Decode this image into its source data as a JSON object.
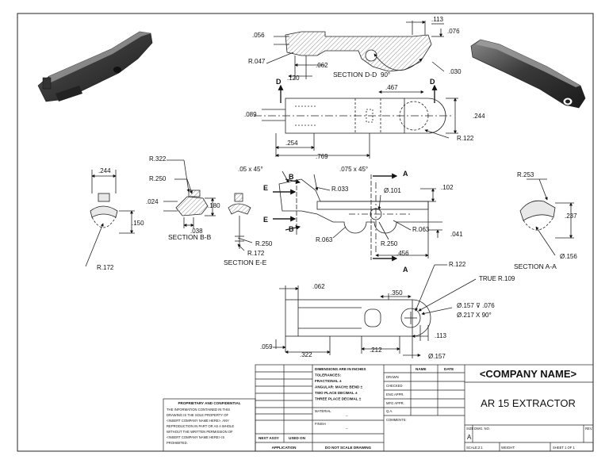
{
  "views": {
    "section_dd": {
      "label": "SECTION D-D",
      "dims": [
        ".056",
        ".113",
        ".076",
        "R.047",
        ".120",
        ".062",
        "90°",
        ".030"
      ]
    },
    "top_view": {
      "dims": [
        ".467",
        "D",
        "D",
        ".089",
        ".244",
        ".254",
        ".769",
        "R.122"
      ]
    },
    "section_bb": {
      "label": "SECTION B-B",
      "dims": [
        ".244",
        "R.322",
        "R.250",
        ".024",
        ".180",
        ".150",
        ".038",
        "R.172"
      ]
    },
    "section_ee": {
      "label": "SECTION E-E",
      "dims": [
        "R.250",
        "R.172"
      ]
    },
    "front_view": {
      "dims": [
        ".05 x 45°",
        ".075 x 45°",
        "A",
        "A",
        "E",
        "E",
        "B",
        "B",
        "R.033",
        "Ø.101",
        ".102",
        "R.063",
        ".041",
        "R.063",
        "R.250",
        ".456"
      ]
    },
    "section_aa": {
      "label": "SECTION A-A",
      "dims": [
        "R.253",
        ".237",
        "Ø.156"
      ]
    },
    "bottom_view": {
      "dims": [
        ".062",
        ".350",
        "R.122",
        "TRUE R.109",
        "Ø.157 ⊽ .076",
        "Ø.217 X 90°",
        ".113",
        ".059",
        ".322",
        ".212",
        "Ø.157"
      ]
    }
  },
  "title_block": {
    "tolerances": [
      "DIMENSIONS ARE IN INCHES",
      "TOLERANCES:",
      "FRACTIONAL ±",
      "ANGULAR: MACH±   BEND ±",
      "TWO PLACE DECIMAL   ±",
      "THREE PLACE DECIMAL  ±"
    ],
    "col_name": "NAME",
    "col_date": "DATE",
    "roles": [
      "DRAWN",
      "CHECKED",
      "ENG APPR.",
      "MFG APPR.",
      "Q.A.",
      "COMMENTS:"
    ],
    "company": "<COMPANY NAME>",
    "title": "AR 15 EXTRACTOR",
    "material_label": "MATERIAL",
    "material_value": "--",
    "finish_label": "FINISH",
    "finish_value": "--",
    "next_assy": "NEXT ASSY",
    "used_on": "USED ON",
    "application": "APPLICATION",
    "do_not_scale": "DO NOT SCALE DRAWING",
    "size_label": "SIZE",
    "size_value": "A",
    "dwg_no_label": "DWG. NO.",
    "rev_label": "REV.",
    "scale": "SCALE:2:1",
    "weight": "WEIGHT:",
    "sheet": "SHEET 1 OF 1",
    "proprietary_heading": "PROPRIETARY AND CONFIDENTIAL",
    "proprietary_lines": [
      "THE INFORMATION CONTAINED IN THIS",
      "DRAWING IS THE SOLE PROPERTY OF",
      "<INSERT COMPANY NAME HERE>.  ANY",
      "REPRODUCTION IN PART OR AS A WHOLE",
      "WITHOUT THE WRITTEN PERMISSION OF",
      "<INSERT COMPANY NAME HERE> IS",
      "PROHIBITED."
    ]
  }
}
